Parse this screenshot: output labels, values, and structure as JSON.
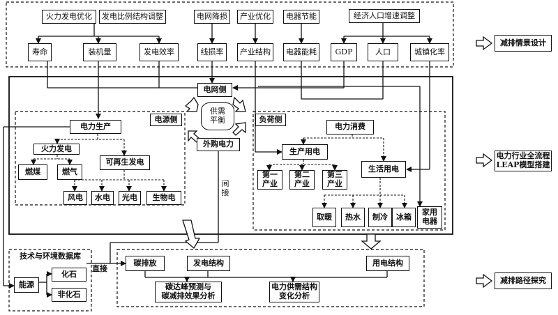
{
  "top": {
    "thermal_optimization": "火力发电优化",
    "generation_ratio": "发电比例结构调整",
    "grid_loss_reduction": "电网降损",
    "industry_optimization": "产业优化",
    "appliance_saving": "电器节能",
    "economy_population": "经济人口增速调整",
    "lifespan": "寿命",
    "installed_capacity": "装机量",
    "efficiency": "发电效率",
    "line_loss": "线损率",
    "industry_structure": "产业结构",
    "appliance_consumption": "电器能耗",
    "gdp": "GDP",
    "population": "人口",
    "urbanization": "城镇化率"
  },
  "center": {
    "grid_side": "电网侧",
    "supply_demand": "供需\n平衡",
    "purchased_power": "外购电力",
    "indirect": "间\n接"
  },
  "source": {
    "label": "电源侧",
    "production": "电力生产",
    "thermal": "火力发电",
    "renewable": "可再生发电",
    "coal": "燃煤",
    "gas": "燃气",
    "wind": "风电",
    "hydro": "水电",
    "solar": "光电",
    "bio": "生物电"
  },
  "load": {
    "label": "负荷侧",
    "consumption": "电力消费",
    "production_use": "生产用电",
    "primary": "第一\n产业",
    "secondary": "第二\n产业",
    "tertiary": "第三\n产业",
    "living_use": "生活用电",
    "heating": "取暖",
    "hot_water": "热水",
    "cooling": "制冷",
    "fridge": "冰箱",
    "appliances": "家用\n电器"
  },
  "database": {
    "title": "技术与环境数据库",
    "energy": "能源",
    "fossil": "化石",
    "nonfossil": "非化石",
    "direct": "直接"
  },
  "results": {
    "carbon_emission": "碳排放",
    "generation_structure": "发电结构",
    "consumption_structure": "用电结构",
    "peak_prediction": "碳达峰预测与\n碳减排效果分析",
    "supply_demand_change": "电力供需结构\n变化分析"
  },
  "side": {
    "scenario_design": "减排情景设计",
    "leap_model": "电力行业全流程\nLEAP模型搭建",
    "path_exploration": "减排路径探究"
  }
}
